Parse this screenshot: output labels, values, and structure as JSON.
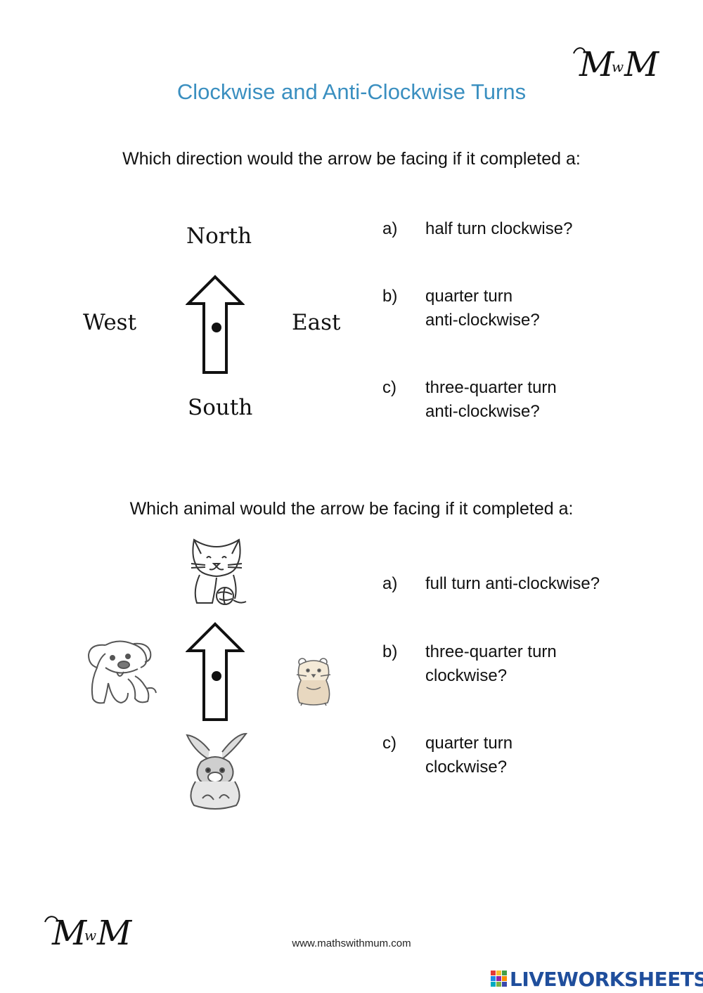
{
  "header": {
    "title": "Clockwise and Anti-Clockwise Turns",
    "logo_text": "MwM"
  },
  "section1": {
    "prompt": "Which direction would the arrow be facing if it completed a:",
    "compass": {
      "north": "North",
      "south": "South",
      "east": "East",
      "west": "West"
    },
    "questions": [
      {
        "letter": "a)",
        "line1": "half turn clockwise?",
        "line2": ""
      },
      {
        "letter": "b)",
        "line1": "quarter turn",
        "line2": "anti-clockwise?"
      },
      {
        "letter": "c)",
        "line1": "three-quarter turn",
        "line2": "anti-clockwise?"
      }
    ]
  },
  "section2": {
    "prompt": "Which animal would the arrow be facing if it completed a:",
    "animals": {
      "top": "cat-icon",
      "left": "dog-icon",
      "right": "hamster-icon",
      "bottom": "rabbit-icon"
    },
    "questions": [
      {
        "letter": "a)",
        "line1": "full turn anti-clockwise?",
        "line2": ""
      },
      {
        "letter": "b)",
        "line1": "three-quarter turn",
        "line2": "clockwise?"
      },
      {
        "letter": "c)",
        "line1": "quarter turn",
        "line2": "clockwise?"
      }
    ]
  },
  "footer": {
    "logo_text": "MwM",
    "url": "www.mathswithmum.com",
    "brand": "LIVEWORKSHEETS"
  },
  "colors": {
    "title": "#3a8fc0",
    "brand": "#1f4e9c"
  }
}
